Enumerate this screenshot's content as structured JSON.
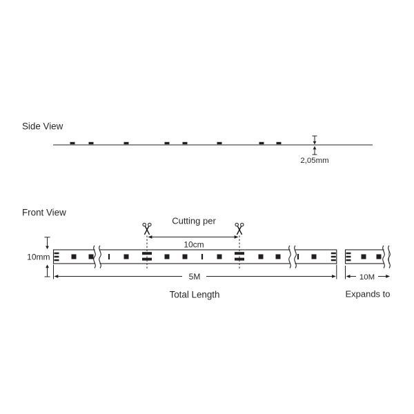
{
  "colors": {
    "ink": "#231f20",
    "gray_line": "#8f9193",
    "background": "#ffffff"
  },
  "side_view": {
    "title": "Side View",
    "thickness_label": "2,05mm",
    "led_x": [
      105,
      132,
      183,
      242,
      268,
      318,
      379,
      404
    ]
  },
  "front_view": {
    "title": "Front View",
    "cutting_caption": "Cutting per",
    "cutting_pitch": "10cm",
    "strip_height": "10mm",
    "total_length_value": "5M",
    "total_length_caption": "Total Length",
    "expansion_value": "10M",
    "expansion_caption": "Expands to",
    "cut_x": [
      213,
      347
    ],
    "main_strip": {
      "led_x": [
        107,
        132,
        183,
        242,
        268,
        318,
        378,
        403,
        455
      ],
      "resistor_x": [
        158,
        293,
        432
      ],
      "break_x": [
        141,
        424
      ],
      "pad_x": [
        78.5,
        479.8
      ]
    },
    "expansion_strip": {
      "led_x": [
        527,
        549
      ],
      "break_x": [
        560
      ],
      "pad_x": [
        501.5
      ]
    }
  }
}
